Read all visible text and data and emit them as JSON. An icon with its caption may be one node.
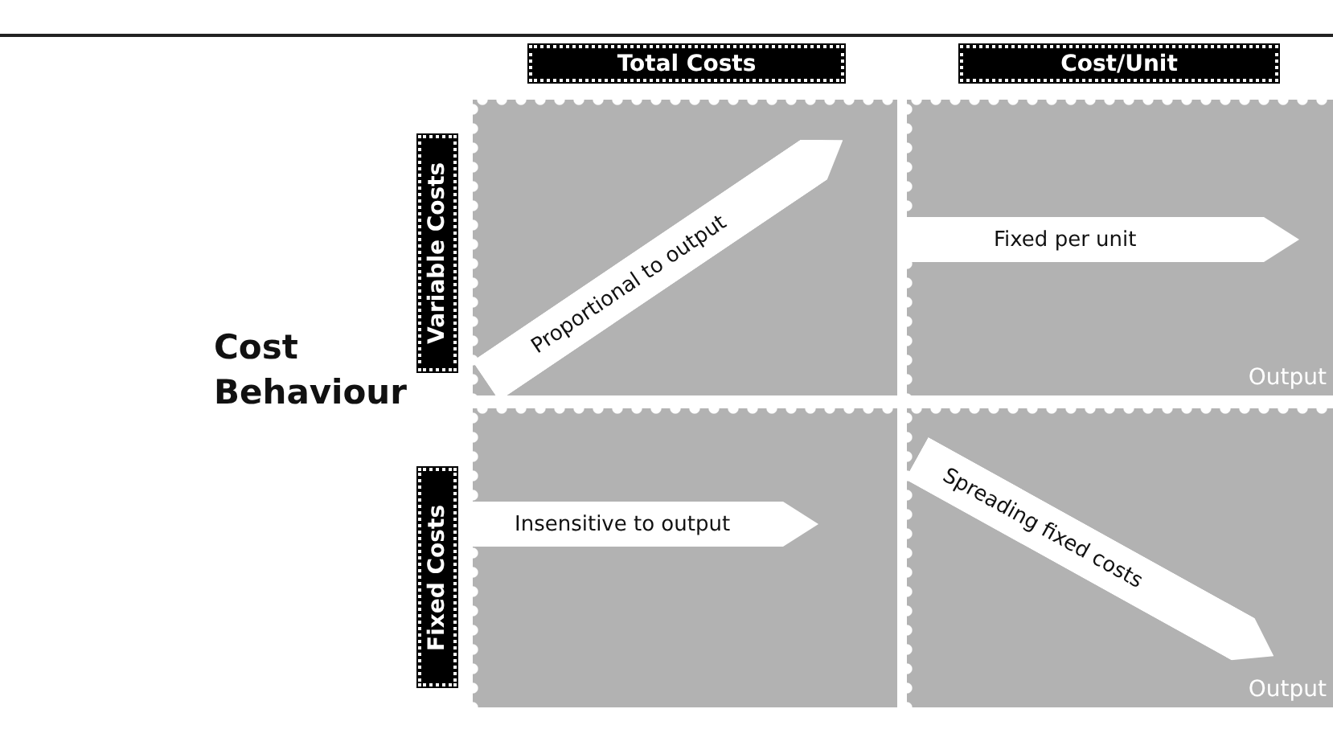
{
  "diagram": {
    "title": "Cost Behaviour",
    "nodes": [
      {
        "text": [
          "Total Costs"
        ]
      },
      {
        "text": [
          "Cost/Unit"
        ]
      },
      {
        "text": [
          "Variable Costs"
        ]
      },
      {
        "text": [
          "Fixed Costs"
        ]
      },
      {
        "text": [],
        "shape": "box"
      },
      {
        "text": [],
        "shape": "box"
      },
      {
        "text": [],
        "shape": "box"
      },
      {
        "text": [],
        "shape": "box"
      },
      {
        "text": [
          "Proportional to output"
        ],
        "in": 4
      },
      {
        "text": [
          "Fixed per unit"
        ],
        "in": 5
      },
      {
        "text": [
          "Insensitive to output"
        ],
        "in": 6
      },
      {
        "text": [
          "Spreading fixed costs"
        ],
        "in": 7
      }
    ],
    "labels": [
      "Output",
      "Output"
    ]
  }
}
